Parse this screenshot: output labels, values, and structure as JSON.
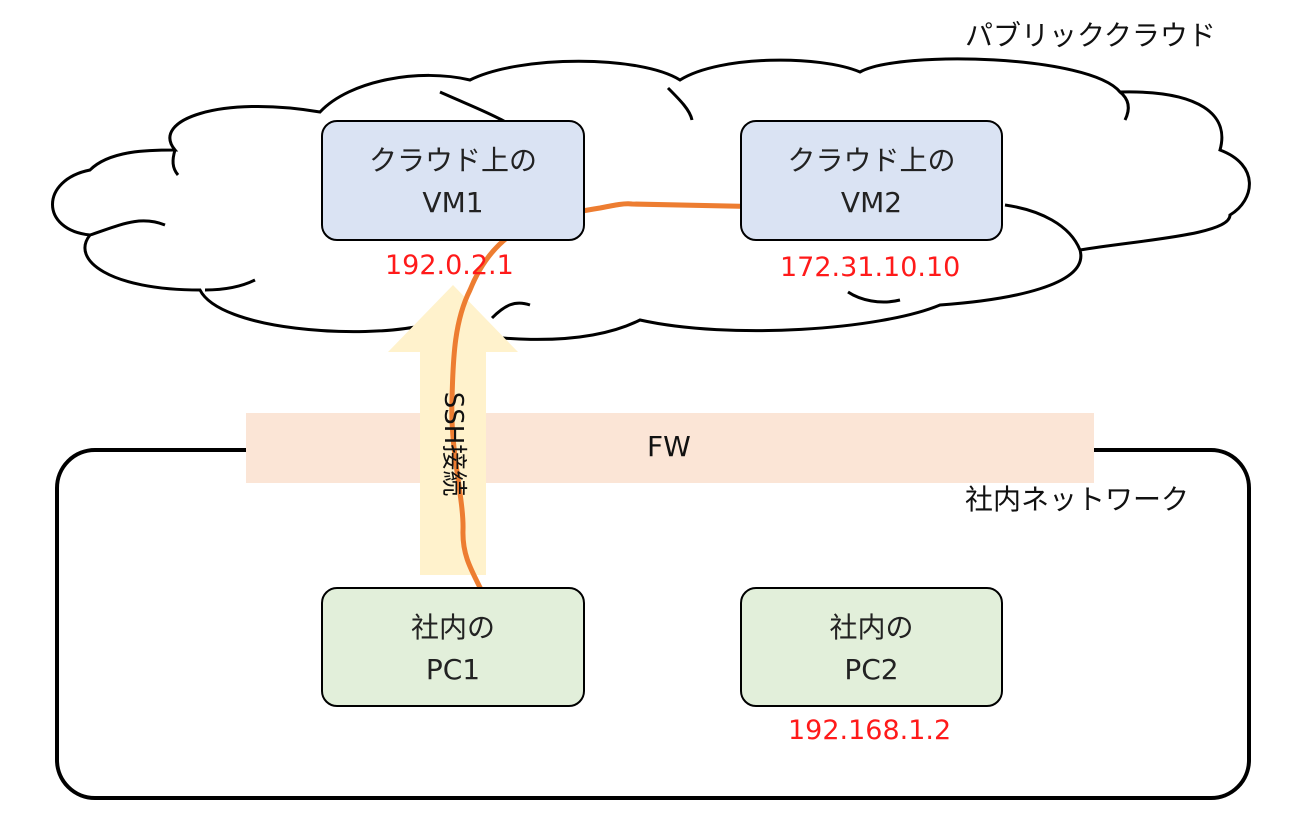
{
  "cloud": {
    "title": "パブリッククラウド"
  },
  "office": {
    "title": "社内ネットワーク"
  },
  "firewall": {
    "label": "FW"
  },
  "ssh": {
    "label": "SSH接続"
  },
  "nodes": {
    "vm1": {
      "line1": "クラウド上の",
      "line2": "VM1",
      "ip": "192.0.2.1"
    },
    "vm2": {
      "line1": "クラウド上の",
      "line2": "VM2",
      "ip": "172.31.10.10"
    },
    "pc1": {
      "line1": "社内の",
      "line2": "PC1"
    },
    "pc2": {
      "line1": "社内の",
      "line2": "PC2",
      "ip": "192.168.1.2"
    }
  },
  "colors": {
    "vm_fill": "#dae3f3",
    "pc_fill": "#e2efda",
    "firewall_fill": "#fbe5d6",
    "ssh_arrow": "#fff2cc",
    "path": "#ed7d31",
    "ip_text": "#ff1a1a"
  }
}
